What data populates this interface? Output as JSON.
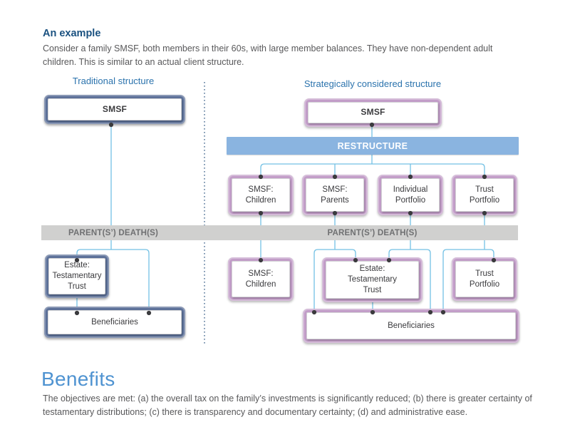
{
  "colors": {
    "heading_navy": "#1a5180",
    "structure_title_blue": "#2b73ad",
    "benefits_blue": "#4f93d1",
    "restructure_bar_fill": "#8ab4e0",
    "death_bar_gray": "#d0d0cf",
    "purple_box_border": "#c29dc8",
    "dark_blue_box_border": "#5d7199",
    "connector_line_blue": "#74c1e4",
    "connector_dot": "#3a3a3d",
    "body_text_gray": "#58585a"
  },
  "example": {
    "heading": "An example",
    "body": "Consider a family SMSF, both members in their 60s, with large member balances. They have non-dependent adult children. This is similar to an actual client structure."
  },
  "traditional": {
    "title": "Traditional structure",
    "smsf": "SMSF",
    "death_bar": "PARENT(S’) DEATH(S)",
    "estate": "Estate:\nTestamentary\nTrust",
    "beneficiaries": "Beneficiaries"
  },
  "strategic": {
    "title": "Strategically considered structure",
    "smsf": "SMSF",
    "restructure": "RESTRUCTURE",
    "row1": [
      "SMSF:\nChildren",
      "SMSF:\nParents",
      "Individual\nPortfolio",
      "Trust\nPortfolio"
    ],
    "death_bar": "PARENT(S’) DEATH(S)",
    "row2": [
      "SMSF:\nChildren",
      "Estate:\nTestamentary\nTrust",
      "Trust\nPortfolio"
    ],
    "beneficiaries": "Beneficiaries"
  },
  "benefits": {
    "heading": "Benefits",
    "body": "The objectives are met: (a) the overall tax on the family’s investments is significantly reduced; (b) there is greater certainty of testamentary distributions; (c) there is transparency and documentary certainty; (d) and administrative ease."
  }
}
